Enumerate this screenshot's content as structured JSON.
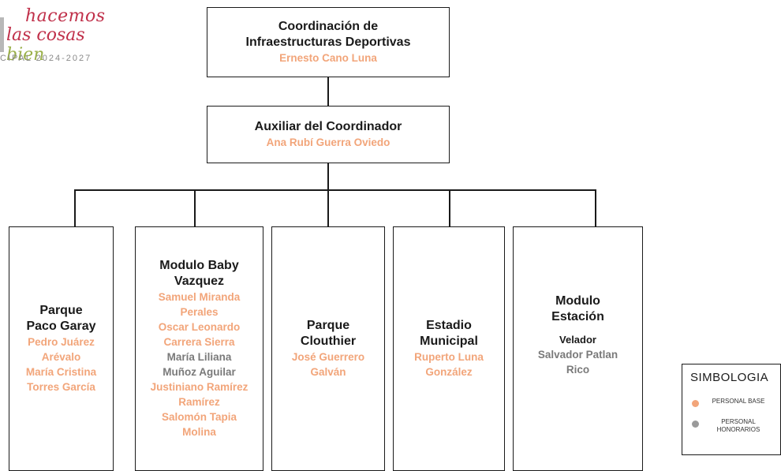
{
  "logo": {
    "line1": "hacemos",
    "line2_a": "las cosas",
    "line2_b": "bien",
    "line3": "CIPAL 2024-2027"
  },
  "colors": {
    "base": "#f2a57a",
    "honorarios": "#7a7a7a",
    "border": "#1a1a1a"
  },
  "top": {
    "title_1": "Coordinación de",
    "title_2": "Infraestructuras Deportivas",
    "name": "Ernesto Cano Luna"
  },
  "aux": {
    "title": "Auxiliar del Coordinador",
    "name": "Ana Rubí Guerra Oviedo"
  },
  "units": {
    "paco": {
      "title_1": "Parque",
      "title_2": "Paco Garay",
      "people": [
        "Pedro Juárez",
        "Arévalo",
        "María Cristina",
        "Torres García"
      ]
    },
    "baby": {
      "title_1": "Modulo Baby",
      "title_2": "Vazquez",
      "p1": "Samuel Miranda",
      "p2": "Perales",
      "p3": "Oscar Leonardo",
      "p4": "Carrera Sierra",
      "p5": "María Liliana",
      "p6": "Muñoz Aguilar",
      "p7": "Justiniano Ramírez",
      "p8": "Ramírez",
      "p9": "Salomón Tapia",
      "p10": "Molina"
    },
    "clouthier": {
      "title_1": "Parque",
      "title_2": "Clouthier",
      "p1": "José Guerrero",
      "p2": "Galván"
    },
    "estadio": {
      "title_1": "Estadio",
      "title_2": "Municipal",
      "p1": "Ruperto Luna",
      "p2": "González"
    },
    "estacion": {
      "title_1": "Modulo",
      "title_2": "Estación",
      "role": "Velador",
      "p1": "Salvador Patlan",
      "p2": "Rico"
    }
  },
  "legend": {
    "title": "SIMBOLOGIA",
    "base": "PERSONAL BASE",
    "honorarios": "PERSONAL HONORARIOS"
  }
}
